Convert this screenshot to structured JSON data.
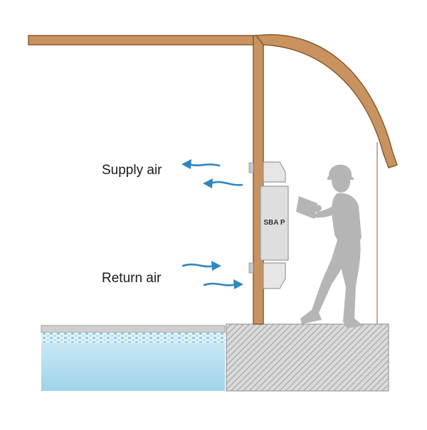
{
  "labels": {
    "supply_air": "Supply air",
    "return_air": "Return air",
    "unit_model": "SBA P"
  },
  "colors": {
    "structure": "#c8935f",
    "structure_outline": "#8a5a30",
    "unit_metal": "#e2e2e2",
    "unit_outline": "#9a9a9a",
    "air_arrow": "#2f86bf",
    "person": "#b5b5b5",
    "pool_water": "#a9d8ec",
    "pool_tile": "#7cc1de",
    "floor_hatch": "#a8a8a8"
  },
  "icons": {
    "person": "technician-with-hardhat-icon",
    "supply_arrows": "air-flow-out-arrow-icon",
    "return_arrows": "air-flow-in-arrow-icon"
  }
}
